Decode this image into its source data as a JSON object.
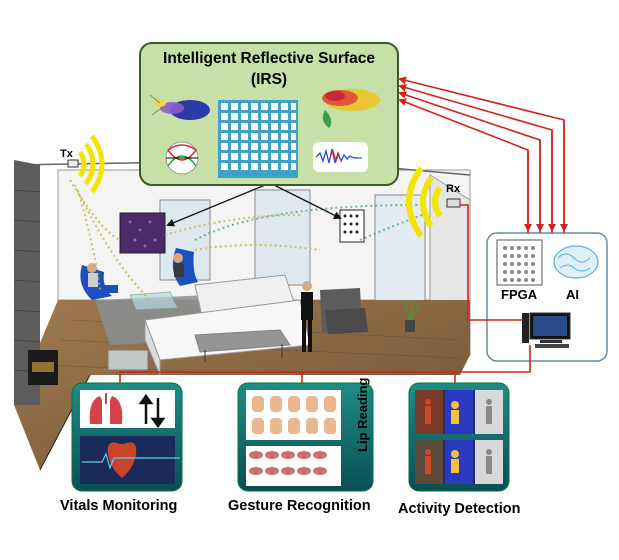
{
  "irs": {
    "title": "Intelligent Reflective Surface",
    "subtitle": "(IRS)"
  },
  "tx": {
    "label": "Tx"
  },
  "rx": {
    "label": "Rx"
  },
  "processing": {
    "fpga_label": "FPGA",
    "ai_label": "AI"
  },
  "applications": {
    "vitals": "Vitals Monitoring",
    "gesture": "Gesture Recognition",
    "lip": "Lip Reading",
    "activity": "Activity Detection"
  },
  "colors": {
    "irs_panel": "#c6e0a8",
    "irs_border": "#3a5a2a",
    "wave_yellow": "#f2e600",
    "signal_red": "#d2231e",
    "panel_teal": "#0f6a6a",
    "floor_wood": "#8a6a44",
    "wall_brick": "#5a5a5a"
  }
}
